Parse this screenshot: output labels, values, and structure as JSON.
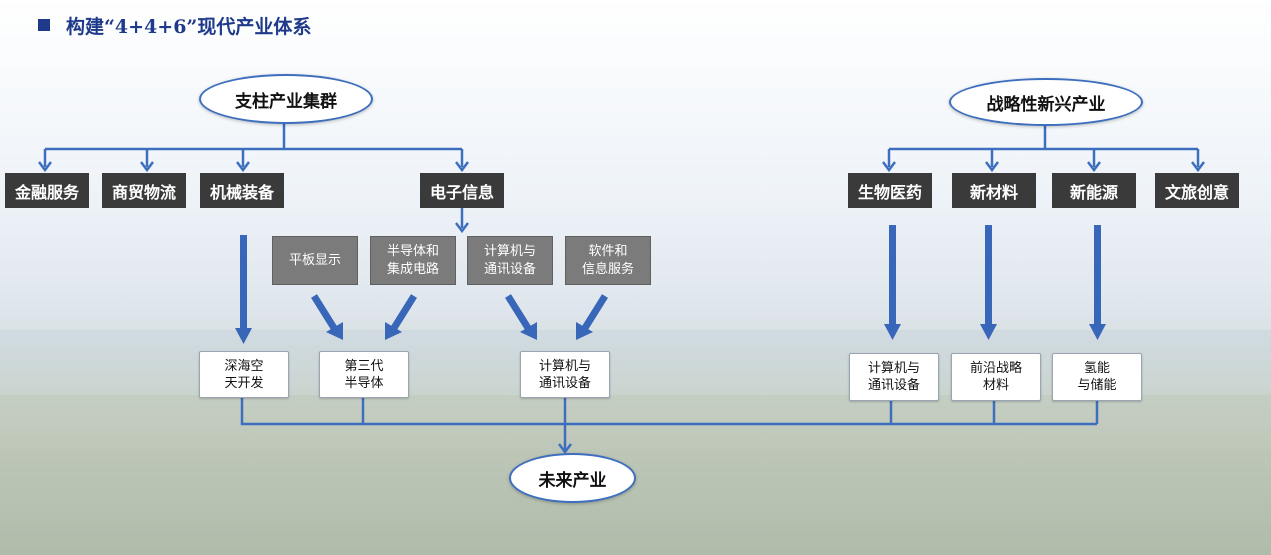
{
  "title": "构建“4+4+6”现代产业体系",
  "hubs": {
    "pillar": "支柱产业集群",
    "strategic": "战略性新兴产业",
    "future": "未来产业"
  },
  "pillar_items": [
    "金融服务",
    "商贸物流",
    "机械装备",
    "电子信息"
  ],
  "strategic_items": [
    "生物医药",
    "新材料",
    "新能源",
    "文旅创意"
  ],
  "electronic_sub": [
    [
      "平板显示"
    ],
    [
      "半导体和",
      "集成电路"
    ],
    [
      "计算机与",
      "通讯设备"
    ],
    [
      "软件和",
      "信息服务"
    ]
  ],
  "future_items": [
    [
      "深海空",
      "天开发"
    ],
    [
      "第三代",
      "半导体"
    ],
    [
      "计算机与",
      "通讯设备"
    ],
    [
      "计算机与",
      "通讯设备"
    ],
    [
      "前沿战略",
      "材料"
    ],
    [
      "氢能",
      "与储能"
    ]
  ]
}
